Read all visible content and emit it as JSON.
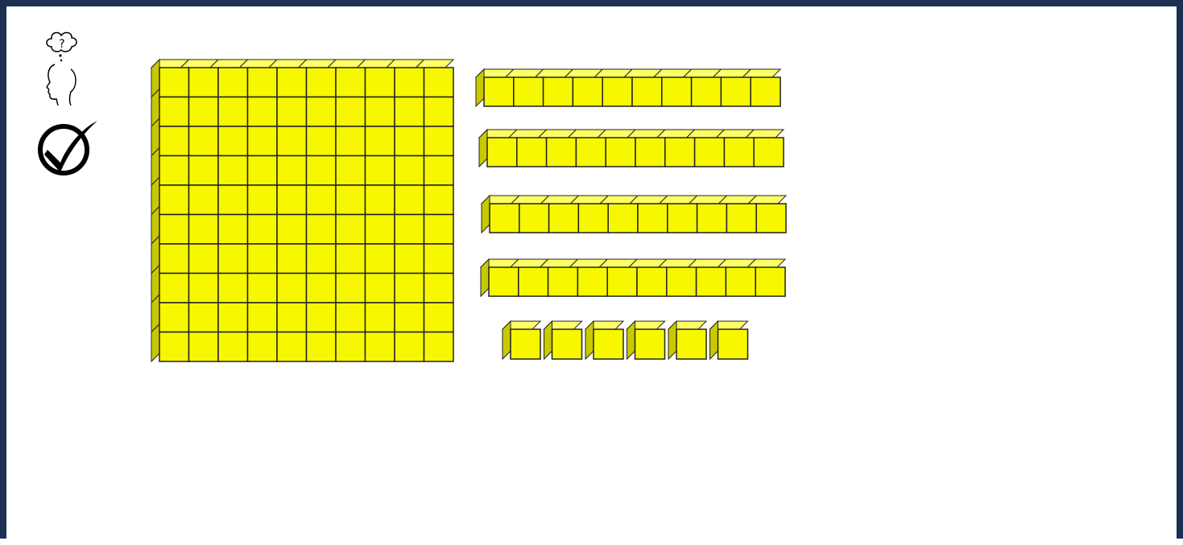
{
  "toolbar": {
    "think_icon": "thinking-head-question-icon",
    "check_icon": "check-mark-circle-icon"
  },
  "colors": {
    "frame": "#1a2f52",
    "cube_front": "#f7f700",
    "cube_top": "#ffff66",
    "cube_side": "#c9c900",
    "cube_outline": "#222222"
  },
  "base_ten_blocks": {
    "hundreds_flats": 1,
    "tens_rods": 4,
    "ones_units": 6,
    "rod_length": 10,
    "flat_size": 10
  }
}
